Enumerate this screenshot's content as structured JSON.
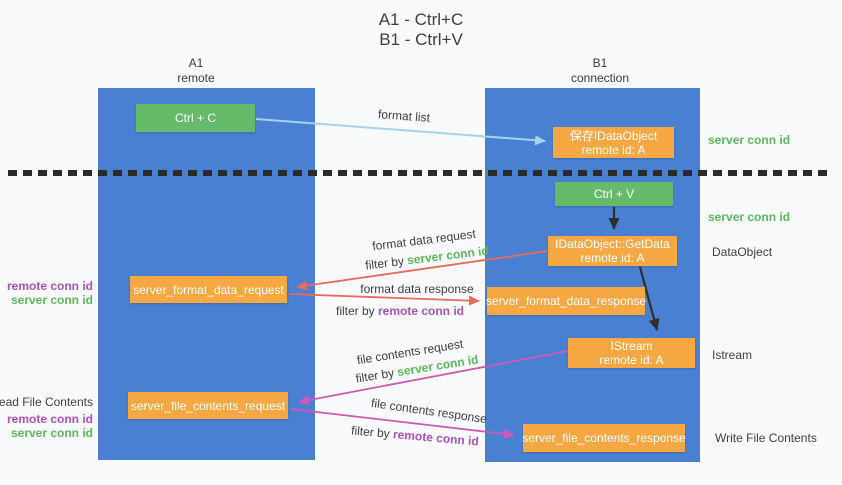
{
  "title": {
    "line1": "A1 - Ctrl+C",
    "line2": "B1 - Ctrl+V"
  },
  "columns": {
    "left": {
      "name": "A1",
      "role": "remote"
    },
    "right": {
      "name": "B1",
      "role": "connection"
    }
  },
  "boxes": {
    "ctrl_c": {
      "label": "Ctrl + C"
    },
    "ctrl_v": {
      "label": "Ctrl + V"
    },
    "save_dataobject": {
      "line1": "保存IDataObject",
      "line2": "remote id: A"
    },
    "getdata": {
      "line1": "IDataObject::GetData",
      "line2": "remote id: A"
    },
    "istream": {
      "line1": "IStream",
      "line2": "remote id: A"
    },
    "format_request": {
      "label": "server_format_data_request"
    },
    "format_response": {
      "label": "server_format_data_response"
    },
    "file_request": {
      "label": "server_file_contents_request"
    },
    "file_response": {
      "label": "server_file_contents_response"
    }
  },
  "flow_labels": {
    "format_list": "format list",
    "format_data_request": {
      "text": "format data request",
      "filter_prefix": "filter by ",
      "filter_key": "server conn id"
    },
    "format_data_response": {
      "text": "format data response",
      "filter_prefix": "filter by ",
      "filter_key": "remote conn id"
    },
    "file_contents_request": {
      "text": "file contents request",
      "filter_prefix": "filter by ",
      "filter_key": "server conn id"
    },
    "file_contents_response": {
      "text": "file contents response",
      "filter_prefix": "filter by ",
      "filter_key": "remote conn id"
    }
  },
  "side_labels": {
    "right_server_conn_top": "server conn id",
    "right_server_conn_mid": "server conn id",
    "right_dataobject": "DataObject",
    "right_istream": "Istream",
    "right_write_file": "Write File Contents",
    "left_remote_conn_top": "remote conn id",
    "left_server_conn_top": "server conn id",
    "left_read_file": "Read File Contents",
    "left_remote_conn_bottom": "remote conn id",
    "left_server_conn_bottom": "server conn id"
  },
  "colors": {
    "column_blue": "#4a80d2",
    "box_green": "#66bb6a",
    "box_orange": "#f8a843",
    "arrow_lightblue": "#a8d2ed",
    "arrow_black": "#2f2f2f",
    "arrow_red": "#e8695e",
    "arrow_magenta": "#cf58b8",
    "text_green": "#5cb85c",
    "text_purple": "#a952b8",
    "text_dark": "#3f3f3f"
  }
}
